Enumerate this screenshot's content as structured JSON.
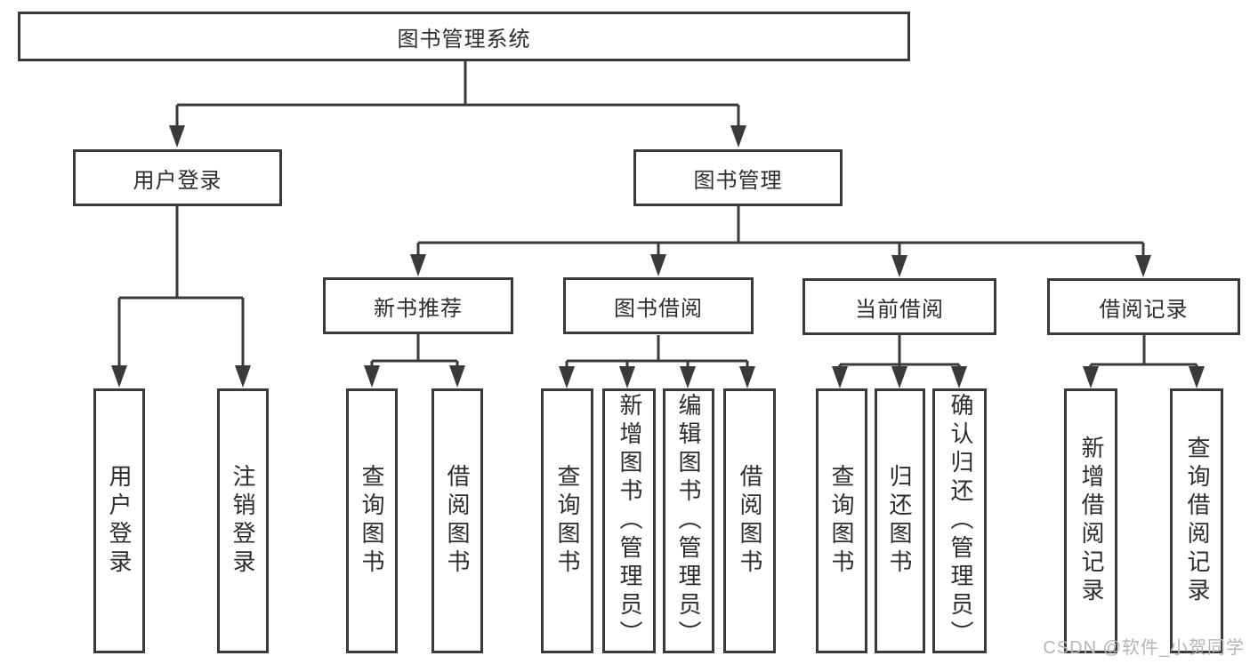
{
  "root": {
    "label": "图书管理系统"
  },
  "branches": {
    "user_login": {
      "label": "用户登录",
      "children": [
        {
          "label": "用户登录"
        },
        {
          "label": "注销登录"
        }
      ]
    },
    "book_management": {
      "label": "图书管理",
      "sections": [
        {
          "label": "新书推荐",
          "children": [
            {
              "label": "查询图书"
            },
            {
              "label": "借阅图书"
            }
          ]
        },
        {
          "label": "图书借阅",
          "children": [
            {
              "label": "查询图书"
            },
            {
              "label": "新增图书（管理员）"
            },
            {
              "label": "编辑图书（管理员）"
            },
            {
              "label": "借阅图书"
            }
          ]
        },
        {
          "label": "当前借阅",
          "children": [
            {
              "label": "查询图书"
            },
            {
              "label": "归还图书"
            },
            {
              "label": "确认归还（管理员）"
            }
          ]
        },
        {
          "label": "借阅记录",
          "children": [
            {
              "label": "新增借阅记录"
            },
            {
              "label": "查询借阅记录"
            }
          ]
        }
      ]
    }
  },
  "watermark": {
    "text": "CSDN @软件_小贺同学"
  },
  "colors": {
    "line": "#3a3a3a",
    "text": "#2d2d2d",
    "watermark": "#b5b5b5",
    "background": "#ffffff"
  }
}
